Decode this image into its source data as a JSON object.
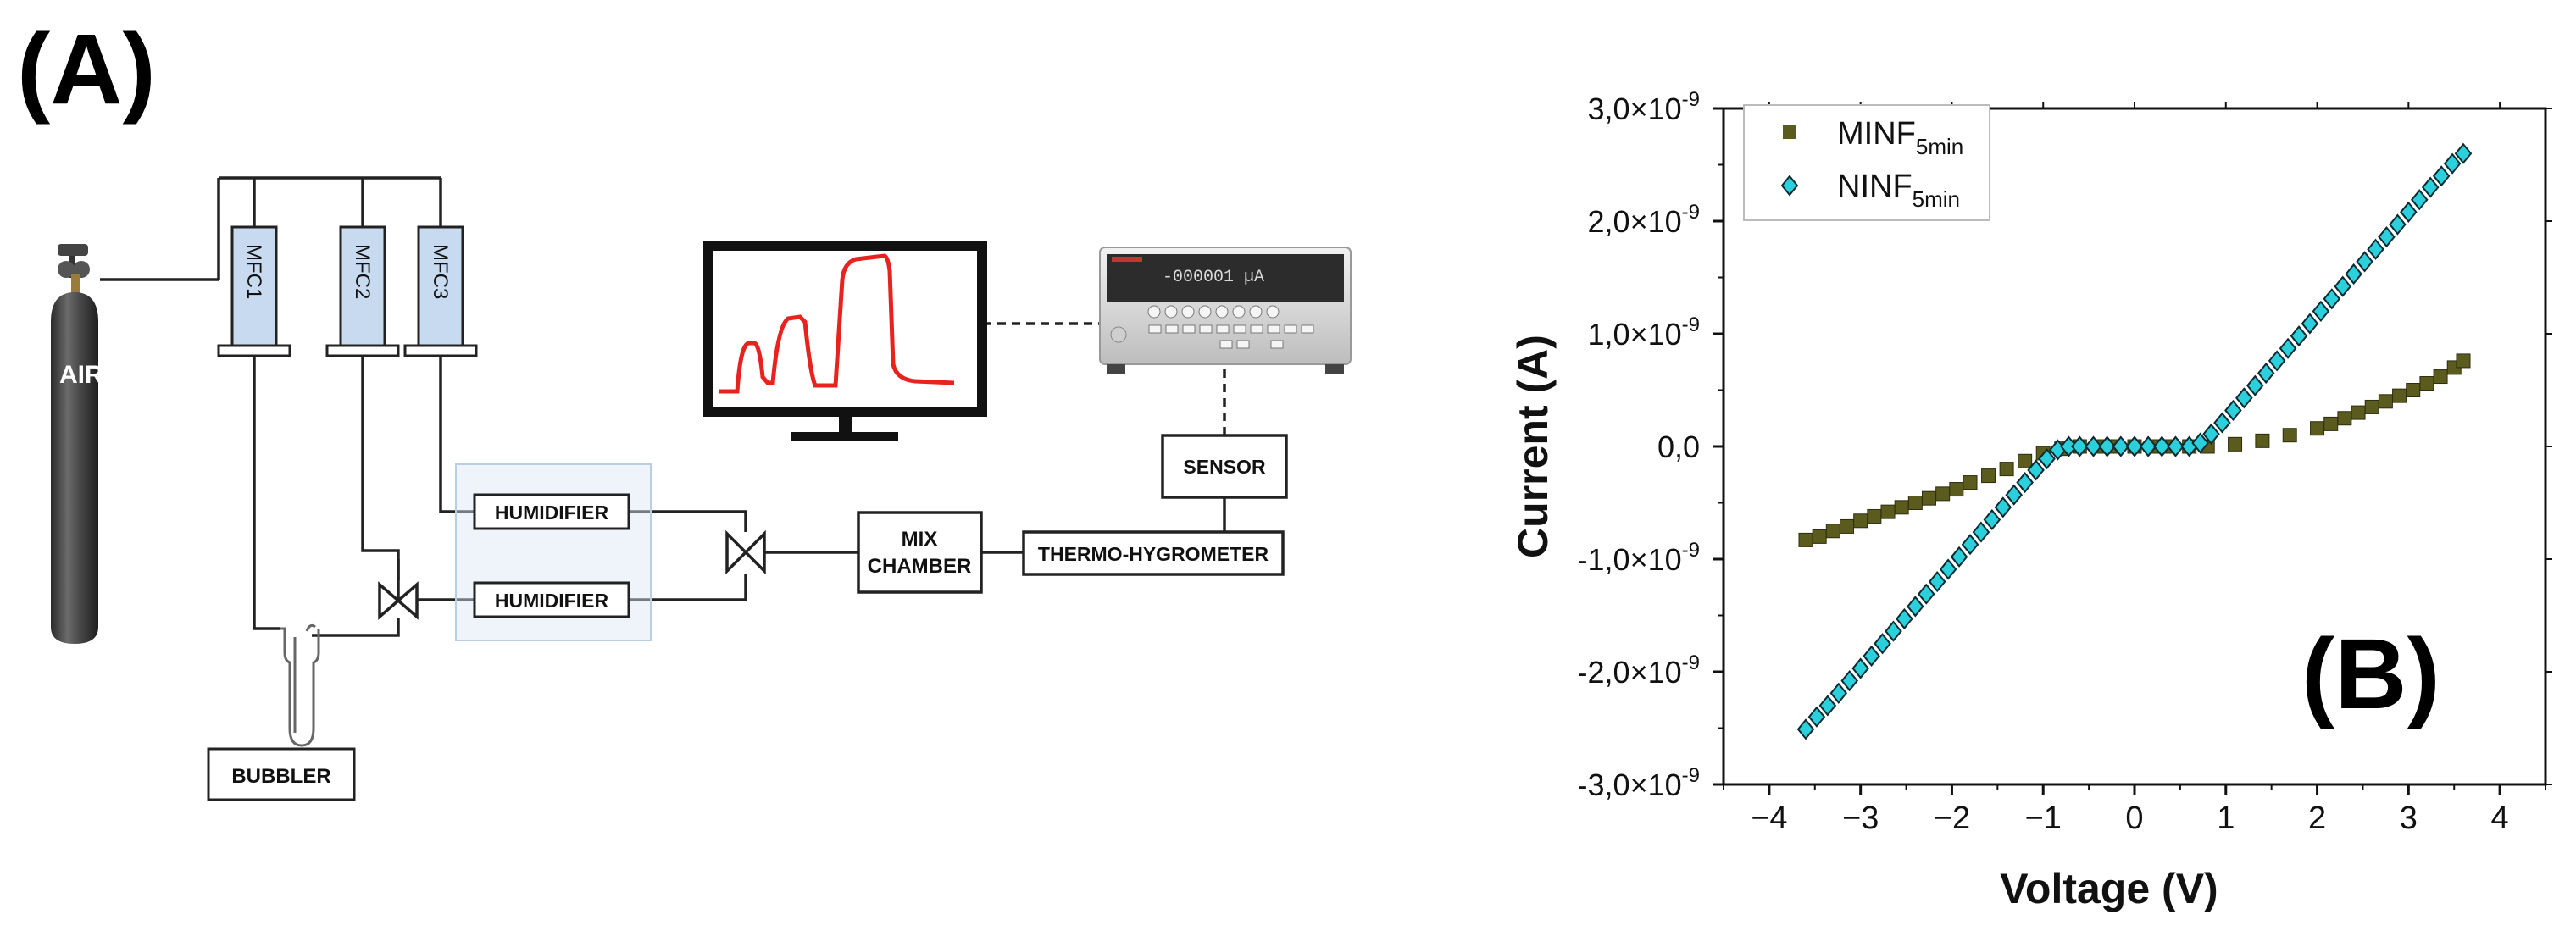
{
  "panel_a_label": "(A)",
  "panel_b_label": "(B)",
  "diagram": {
    "cylinder_label": "AIR",
    "mfc_labels": [
      "MFC1",
      "MFC2",
      "MFC3"
    ],
    "humidifier_labels": [
      "HUMIDIFIER",
      "HUMIDIFIER"
    ],
    "bubbler_label": "BUBBLER",
    "mix_chamber_label": [
      "MIX",
      "CHAMBER"
    ],
    "thermo_label": "THERMO-HYGROMETER",
    "sensor_label": "SENSOR",
    "electrometer_display": "-000001 µA",
    "monitor_trace_color": "#e8231f",
    "mfc_fill_color": "#c8daf0",
    "humidifier_group_color": "#dbe6f3"
  },
  "chart_data": {
    "type": "scatter",
    "xlabel": "Voltage (V)",
    "ylabel": "Current (A)",
    "xlim": [
      -4.5,
      4.5
    ],
    "ylim": [
      -3e-09,
      3e-09
    ],
    "x_ticks": [
      -4,
      -3,
      -2,
      -1,
      0,
      1,
      2,
      3,
      4
    ],
    "x_tick_labels": [
      "−4",
      "−3",
      "−2",
      "−1",
      "0",
      "1",
      "2",
      "3",
      "4"
    ],
    "y_ticks": [
      3e-09,
      2e-09,
      1e-09,
      0,
      -1e-09,
      -2e-09,
      -3e-09
    ],
    "y_tick_mantissa": [
      "3,0×10",
      "2,0×10",
      "1,0×10",
      "0,0",
      "-1,0×10",
      "-2,0×10",
      "-3,0×10"
    ],
    "y_tick_exponent": [
      "-9",
      "-9",
      "-9",
      "",
      "-9",
      "-9",
      "-9"
    ],
    "grid": false,
    "legend_position": "top-left",
    "series": [
      {
        "name": "MINF",
        "name_subscript": "5min",
        "color": "#5b5b1e",
        "marker": "square",
        "x": [
          -3.6,
          -3.45,
          -3.3,
          -3.15,
          -3.0,
          -2.85,
          -2.7,
          -2.55,
          -2.4,
          -2.25,
          -2.1,
          -1.95,
          -1.8,
          -1.6,
          -1.4,
          -1.2,
          -1.0,
          -0.8,
          -0.6,
          -0.4,
          -0.2,
          0.0,
          0.2,
          0.4,
          0.6,
          0.8,
          1.1,
          1.4,
          1.7,
          2.0,
          2.15,
          2.3,
          2.45,
          2.6,
          2.75,
          2.9,
          3.05,
          3.2,
          3.35,
          3.5,
          3.6
        ],
        "y": [
          -8.3e-10,
          -8e-10,
          -7.5e-10,
          -7.1e-10,
          -6.6e-10,
          -6.2e-10,
          -5.8e-10,
          -5.4e-10,
          -5e-10,
          -4.6e-10,
          -4.2e-10,
          -3.8e-10,
          -3.2e-10,
          -2.6e-10,
          -2e-10,
          -1.3e-10,
          -6e-11,
          -2e-11,
          0,
          0,
          0,
          0,
          0,
          0,
          0,
          0,
          2e-11,
          5e-11,
          1e-10,
          1.6e-10,
          2e-10,
          2.5e-10,
          3e-10,
          3.5e-10,
          4e-10,
          4.5e-10,
          5e-10,
          5.6e-10,
          6.2e-10,
          7e-10,
          7.6e-10
        ]
      },
      {
        "name": "NINF",
        "name_subscript": "5min",
        "color": "#2ad0dc",
        "marker": "diamond",
        "x": [
          -3.6,
          -3.48,
          -3.36,
          -3.24,
          -3.12,
          -3.0,
          -2.88,
          -2.76,
          -2.64,
          -2.52,
          -2.4,
          -2.28,
          -2.16,
          -2.04,
          -1.92,
          -1.8,
          -1.68,
          -1.56,
          -1.44,
          -1.32,
          -1.2,
          -1.08,
          -0.96,
          -0.84,
          -0.72,
          -0.6,
          -0.45,
          -0.3,
          -0.15,
          0.0,
          0.15,
          0.3,
          0.45,
          0.6,
          0.72,
          0.84,
          0.96,
          1.08,
          1.2,
          1.32,
          1.44,
          1.56,
          1.68,
          1.8,
          1.92,
          2.04,
          2.16,
          2.28,
          2.4,
          2.52,
          2.64,
          2.76,
          2.88,
          3.0,
          3.12,
          3.24,
          3.36,
          3.48,
          3.6
        ],
        "y": [
          -2.51e-09,
          -2.4e-09,
          -2.3e-09,
          -2.19e-09,
          -2.08e-09,
          -1.97e-09,
          -1.86e-09,
          -1.75e-09,
          -1.64e-09,
          -1.53e-09,
          -1.42e-09,
          -1.31e-09,
          -1.2e-09,
          -1.09e-09,
          -9.8e-10,
          -8.7e-10,
          -7.6e-10,
          -6.5e-10,
          -5.4e-10,
          -4.3e-10,
          -3.2e-10,
          -2.1e-10,
          -1.1e-10,
          -3e-11,
          0,
          0,
          0,
          0,
          0,
          0,
          0,
          0,
          0,
          0,
          3e-11,
          1.1e-10,
          2.1e-10,
          3.2e-10,
          4.3e-10,
          5.4e-10,
          6.5e-10,
          7.6e-10,
          8.7e-10,
          9.8e-10,
          1.09e-09,
          1.2e-09,
          1.31e-09,
          1.42e-09,
          1.53e-09,
          1.64e-09,
          1.75e-09,
          1.86e-09,
          1.97e-09,
          2.08e-09,
          2.19e-09,
          2.3e-09,
          2.4e-09,
          2.51e-09,
          2.6e-09
        ]
      }
    ]
  }
}
